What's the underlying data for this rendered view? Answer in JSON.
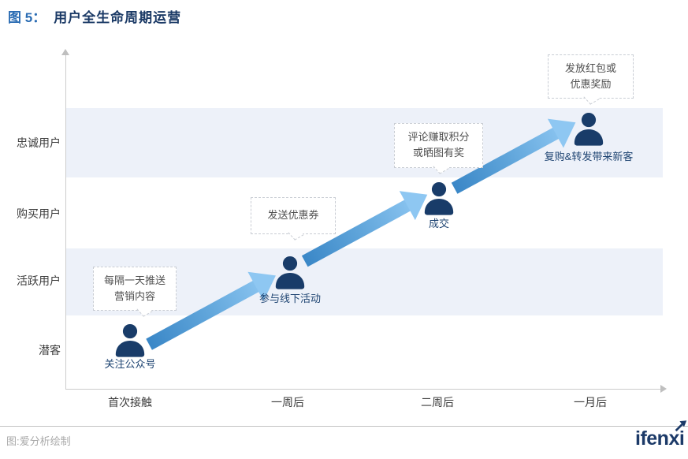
{
  "title": {
    "figure_label": "图 5：",
    "text": "用户全生命周期运营"
  },
  "axes": {
    "y_labels": [
      "忠诚用户",
      "购买用户",
      "活跃用户",
      "潜客"
    ],
    "x_labels": [
      "首次接触",
      "一周后",
      "二周后",
      "一月后"
    ]
  },
  "stages": [
    {
      "name": "关注公众号",
      "bubble_line1": "每隔一天推送",
      "bubble_line2": "营销内容"
    },
    {
      "name": "参与线下活动",
      "bubble_line1": "发送优惠券"
    },
    {
      "name": "成交",
      "bubble_line1": "评论赚取积分",
      "bubble_line2": "或晒图有奖"
    },
    {
      "name": "复购&转发带来新客",
      "bubble_line1": "发放红包或",
      "bubble_line2": "优惠奖励"
    }
  ],
  "footer": {
    "source": "图:爱分析绘制",
    "logo": "ifenxi"
  },
  "colors": {
    "figure_label_blue": "#2a6cb3",
    "title_navy": "#1b3a66",
    "person_navy": "#193c69",
    "arrow_gradient_start": "#3a87c7",
    "arrow_gradient_end": "#8ec7f2",
    "band_blue": "#edf1f9"
  }
}
